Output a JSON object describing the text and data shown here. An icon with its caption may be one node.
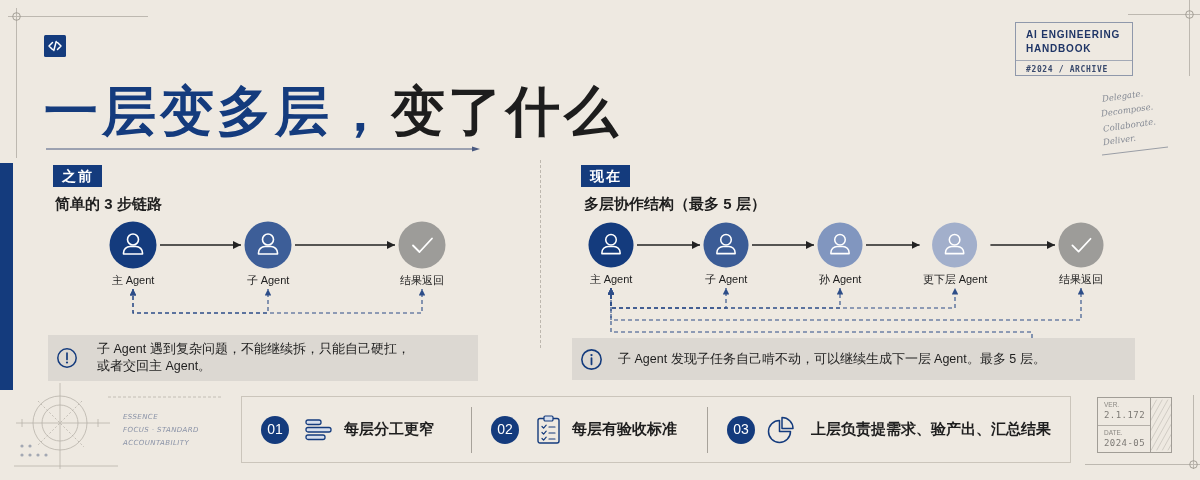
{
  "diagram": {
    "title": "一层变多层，变了什么",
    "nodes": [
      {
        "text": [
          "AI ENGINEERING HANDBOOK",
          "#2024 / ARCHIVE"
        ]
      },
      {
        "text": [
          "之前"
        ]
      },
      {
        "text": [
          "主 Agent"
        ]
      },
      {
        "text": [
          "子 Agent"
        ]
      },
      {
        "text": [
          "结果返回"
        ]
      },
      {
        "text": [
          "子 Agent 遇到复杂问题，不能继续拆，只能自己硬扛，或者交回主 Agent。"
        ]
      },
      {
        "text": [
          "现在"
        ]
      },
      {
        "text": [
          "主 Agent"
        ]
      },
      {
        "text": [
          "子 Agent"
        ]
      },
      {
        "text": [
          "孙 Agent"
        ]
      },
      {
        "text": [
          "更下层 Agent"
        ]
      },
      {
        "text": [
          "结果返回"
        ]
      },
      {
        "text": [
          "子 Agent 发现子任务自己啃不动，可以继续生成下一层 Agent。最多 5 层。"
        ]
      },
      {
        "text": [
          "每层分工更窄",
          "每层有验收标准",
          "上层负责提需求、验产出、汇总结果"
        ]
      },
      {
        "text": [
          "01"
        ],
        "in": 13
      },
      {
        "text": [
          "02"
        ],
        "in": 13
      },
      {
        "text": [
          "03"
        ],
        "in": 13
      },
      {
        "text": [
          "VER.",
          "2.1.172",
          "DATE.",
          "2024-05"
        ]
      }
    ],
    "edges": [
      {
        "from": 2,
        "to": 3,
        "arrow": "to",
        "color": "#222222"
      },
      {
        "from": 3,
        "to": 4,
        "arrow": "to",
        "color": "#222222"
      },
      {
        "from": 2,
        "to": 3,
        "arrow": "both",
        "style": "dashed"
      },
      {
        "from": 2,
        "to": 4,
        "arrow": "both",
        "style": "dashed"
      },
      {
        "from": 7,
        "to": 8,
        "arrow": "to",
        "color": "#222222"
      },
      {
        "from": 8,
        "to": 9,
        "arrow": "to",
        "color": "#222222"
      },
      {
        "from": 9,
        "to": 10,
        "arrow": "to",
        "color": "#222222"
      },
      {
        "from": 10,
        "to": 11,
        "arrow": "to",
        "color": "#222222"
      },
      {
        "from": 7,
        "to": 8,
        "arrow": "both",
        "style": "dashed"
      },
      {
        "from": 7,
        "to": 9,
        "arrow": "both",
        "style": "dashed"
      },
      {
        "from": 7,
        "to": 10,
        "arrow": "both",
        "style": "dashed"
      },
      {
        "from": 7,
        "to": 11,
        "arrow": "both",
        "style": "dashed"
      },
      {
        "from": 12,
        "to": 7,
        "arrow": "to",
        "style": "dashed"
      }
    ],
    "labels": [
      "Delegate.",
      "Decompose.",
      "Collaborate.",
      "Deliver.",
      "简单的 3 步链路",
      "多层协作结构（最多 5 层）",
      "ESSENCE",
      "FOCUS · STANDARD",
      "ACCOUNTABILITY"
    ]
  }
}
